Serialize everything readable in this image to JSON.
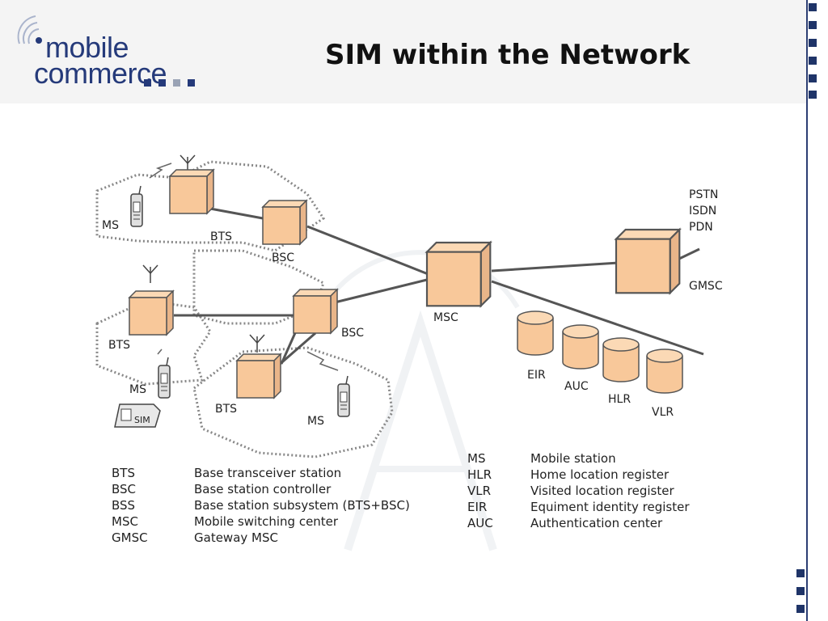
{
  "slide": {
    "title": "SIM within the Network"
  },
  "logo": {
    "line1": "mobile",
    "line2": "commerce"
  },
  "diagram": {
    "nodes": {
      "ms1": "MS",
      "bts1": "BTS",
      "bsc1": "BSC",
      "bts2": "BTS",
      "bsc2": "BSC",
      "ms2": "MS",
      "bts3": "BTS",
      "ms3": "MS",
      "msc": "MSC",
      "gmsc": "GMSC",
      "eir": "EIR",
      "auc": "AUC",
      "hlr": "HLR",
      "vlr": "VLR",
      "sim": "SIM"
    },
    "external_networks": [
      "PSTN",
      "ISDN",
      "PDN"
    ]
  },
  "legend": {
    "left": [
      {
        "abbr": "BTS",
        "desc": "Base transceiver station"
      },
      {
        "abbr": "BSC",
        "desc": "Base station controller"
      },
      {
        "abbr": "BSS",
        "desc": "Base station subsystem (BTS+BSC)"
      },
      {
        "abbr": "MSC",
        "desc": "Mobile switching center"
      },
      {
        "abbr": "GMSC",
        "desc": "Gateway MSC"
      }
    ],
    "right": [
      {
        "abbr": "MS",
        "desc": "Mobile station"
      },
      {
        "abbr": "HLR",
        "desc": "Home location register"
      },
      {
        "abbr": "VLR",
        "desc": "Visited location register"
      },
      {
        "abbr": "EIR",
        "desc": "Equiment identity register"
      },
      {
        "abbr": "AUC",
        "desc": "Authentication center"
      }
    ]
  },
  "colors": {
    "box_fill": "#f8c89a",
    "box_stroke": "#555555",
    "brand": "#253a7a"
  }
}
